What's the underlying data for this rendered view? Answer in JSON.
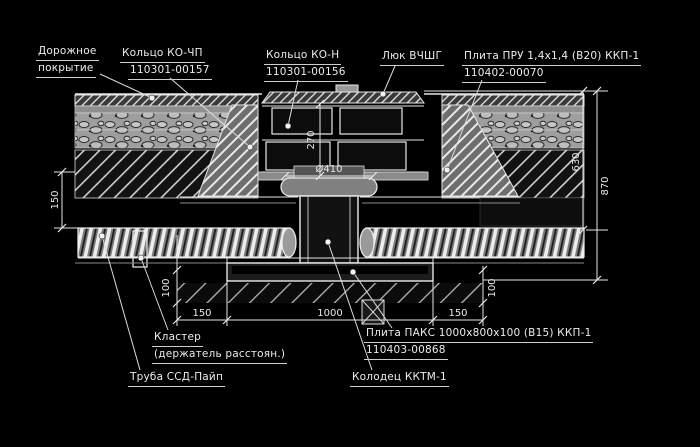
{
  "drawing": {
    "kind": "engineering-cross-section",
    "language": "ru",
    "colors": {
      "background": "#000000",
      "line": "#e6e6e6",
      "fill_dark": "#141414",
      "fill_gray": "#9e9e9e"
    },
    "callouts": {
      "road_surface": {
        "lines": [
          "Дорожное",
          "покрытие"
        ]
      },
      "ring_ko_chp": {
        "lines": [
          "Кольцо КО-ЧП",
          "110301-00157"
        ]
      },
      "ring_ko_n": {
        "lines": [
          "Кольцо КО-Н",
          "110301-00156"
        ]
      },
      "luk": {
        "lines": [
          "Люк ВЧШГ"
        ]
      },
      "plate_pru": {
        "lines": [
          "Плита ПРУ 1,4х1,4 (В20) ККП-1",
          "110402-00070"
        ]
      },
      "cluster": {
        "lines": [
          "Кластер",
          "(держатель расстоян.)"
        ]
      },
      "pipe": {
        "lines": [
          "Труба ССД-Пайп"
        ]
      },
      "plate_paks": {
        "lines": [
          "Плита ПАКС 1000х800х100 (В15) ККП-1",
          "110403-00868"
        ]
      },
      "well": {
        "lines": [
          "Колодец ККТМ-1"
        ]
      }
    },
    "dims": {
      "d270": "270",
      "d410": "Ø410",
      "d630": "630",
      "d870": "870",
      "d150_left": "150",
      "d100_left": "100",
      "d150_bottom_left": "150",
      "d1000": "1000",
      "d150_bottom_right": "150",
      "d100_right": "100"
    }
  }
}
